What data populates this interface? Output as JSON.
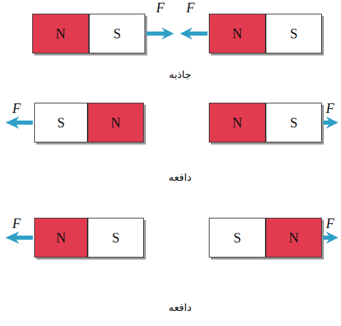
{
  "diagram": {
    "nodes": [
      {
        "text": [
          "N"
        ]
      },
      {
        "text": [
          "S"
        ]
      },
      {
        "text": [
          "N"
        ]
      },
      {
        "text": [
          "S"
        ]
      },
      {
        "text": [
          "S"
        ]
      },
      {
        "text": [
          "N"
        ]
      },
      {
        "text": [
          "N"
        ]
      },
      {
        "text": [
          "S"
        ]
      },
      {
        "text": [
          "N"
        ]
      },
      {
        "text": [
          "S"
        ]
      },
      {
        "text": [
          "S"
        ]
      },
      {
        "text": [
          "N"
        ]
      }
    ],
    "labels": [
      "F",
      "F",
      "جاذبه",
      "F",
      "F",
      "دافعه",
      "F",
      "F",
      "دافعه"
    ]
  }
}
